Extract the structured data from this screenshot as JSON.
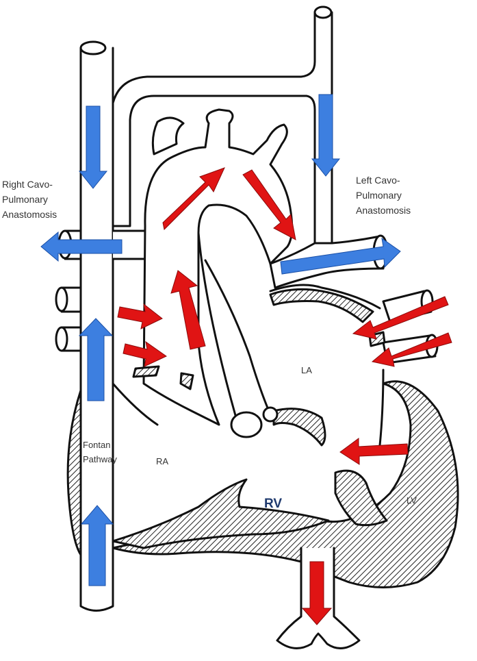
{
  "labels": {
    "right_cavo": [
      "Right Cavo-",
      "Pulmonary",
      "Anastomosis"
    ],
    "left_cavo": [
      "Left Cavo-",
      "Pulmonary",
      "Anastomosis"
    ],
    "fontan": [
      "Fontan",
      "Pathway"
    ],
    "la": "LA",
    "ra": "RA",
    "rv": "RV",
    "lv": "LV"
  },
  "colors": {
    "deoxygenated_flow": "#3d7fe0",
    "oxygenated_flow": "#e01414",
    "outline": "#111111",
    "rv_label": "#1f3a6e"
  }
}
